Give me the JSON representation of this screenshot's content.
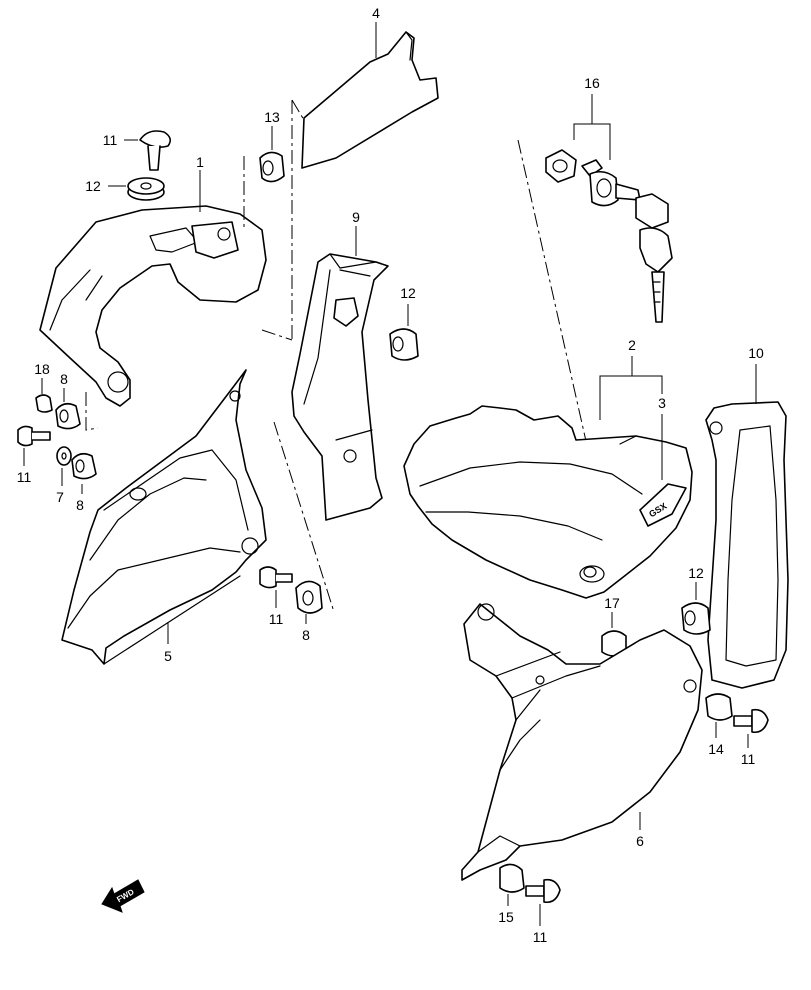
{
  "callouts": {
    "c1": "1",
    "c2": "2",
    "c3": "3",
    "c4": "4",
    "c5": "5",
    "c6": "6",
    "c7": "7",
    "c8a": "8",
    "c8b": "8",
    "c8c": "8",
    "c9": "9",
    "c10": "10",
    "c11a": "11",
    "c11b": "11",
    "c11c": "11",
    "c11d": "11",
    "c11e": "11",
    "c12a": "12",
    "c12b": "12",
    "c12c": "12",
    "c13": "13",
    "c14": "14",
    "c15": "15",
    "c16": "16",
    "c17": "17",
    "c18": "18"
  },
  "direction_indicator": {
    "label": "FWD"
  },
  "emblem_text": "GSX"
}
